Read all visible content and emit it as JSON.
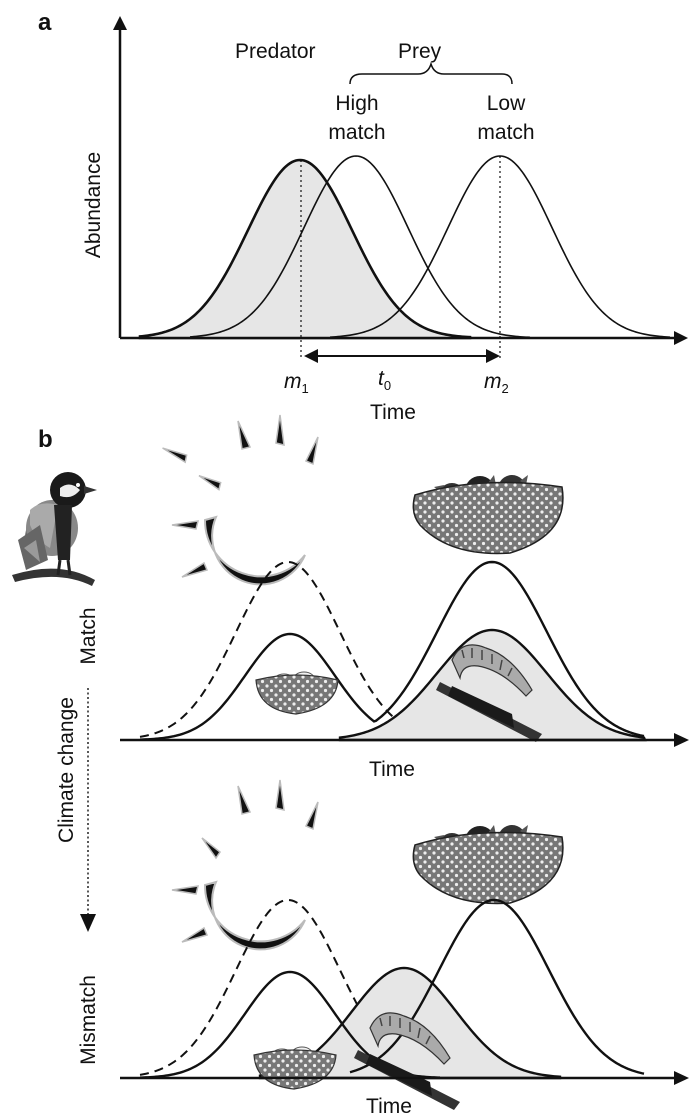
{
  "panel_a": {
    "letter": "a",
    "y_label": "Abundance",
    "x_label": "Time",
    "predator_label": "Predator",
    "prey_label": "Prey",
    "high_match_label": [
      "High",
      "match"
    ],
    "low_match_label": [
      "Low",
      "match"
    ],
    "m1": "m",
    "m1_sub": "1",
    "m2": "m",
    "m2_sub": "2",
    "t0": "t",
    "t0_sub": "0"
  },
  "panel_b": {
    "letter": "b",
    "match_label": "Match",
    "mismatch_label": "Mismatch",
    "side_label": "Climate change",
    "x_label_top": "Time",
    "x_label_bottom": "Time",
    "icons": [
      "bird-icon",
      "sun-icon",
      "nestlings-nest-icon",
      "eggs-nest-icon",
      "caterpillar-icon"
    ]
  },
  "colors": {
    "line": "#111111",
    "fill": "#e6e6e6"
  }
}
